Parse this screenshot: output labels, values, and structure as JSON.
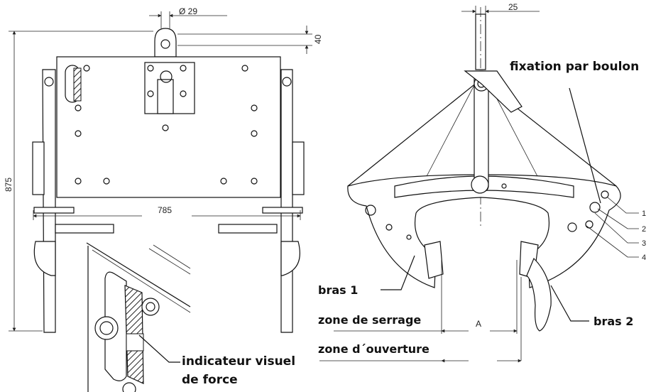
{
  "dimensions": {
    "hole_diameter": "Ø 29",
    "top_offset": "40",
    "total_height": "875",
    "width": "785",
    "shaft_width": "25",
    "clamp_gap": "A"
  },
  "labels": {
    "bolt_fixation": "fixation par boulon",
    "arm1": "bras 1",
    "arm2": "bras 2",
    "clamping_zone": "zone de serrage",
    "opening_zone": "zone d´ouverture",
    "force_indicator_line1": "indicateur visuel",
    "force_indicator_line2": "de force"
  },
  "callouts": [
    "1",
    "2",
    "3",
    "4"
  ]
}
